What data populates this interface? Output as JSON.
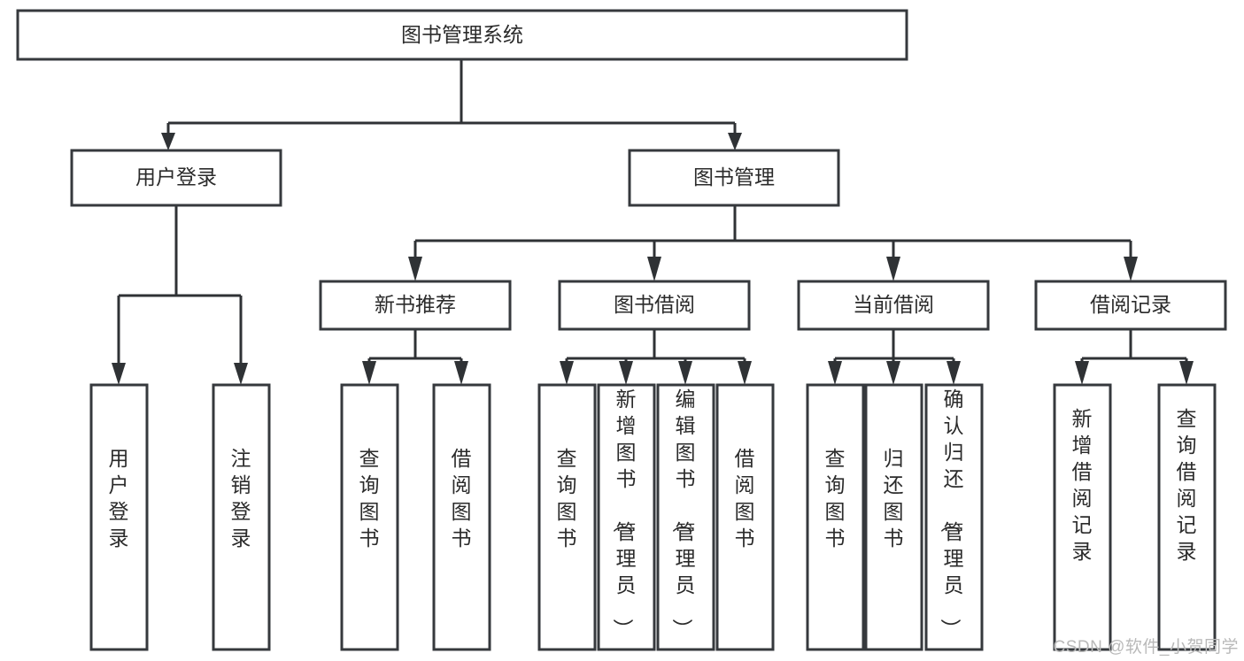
{
  "diagram": {
    "type": "tree-hierarchy",
    "title": "图书管理系统",
    "orientation": "top-down",
    "colors": {
      "box_stroke": "#36393d",
      "box_fill": "#ffffff",
      "connector": "#2f3235",
      "text": "#2b2b2b",
      "watermark": "#b9b9b9",
      "background": "#ffffff"
    },
    "levels": [
      {
        "level": 1,
        "nodes": [
          {
            "id": "root",
            "label": "图书管理系统",
            "orientation": "horizontal"
          }
        ]
      },
      {
        "level": 2,
        "nodes": [
          {
            "id": "login",
            "label": "用户登录",
            "orientation": "horizontal",
            "parent": "root"
          },
          {
            "id": "bookmgmt",
            "label": "图书管理",
            "orientation": "horizontal",
            "parent": "root"
          }
        ]
      },
      {
        "level": 3,
        "nodes": [
          {
            "id": "newbook",
            "label": "新书推荐",
            "orientation": "horizontal",
            "parent": "bookmgmt"
          },
          {
            "id": "borrow",
            "label": "图书借阅",
            "orientation": "horizontal",
            "parent": "bookmgmt"
          },
          {
            "id": "current",
            "label": "当前借阅",
            "orientation": "horizontal",
            "parent": "bookmgmt"
          },
          {
            "id": "records",
            "label": "借阅记录",
            "orientation": "horizontal",
            "parent": "bookmgmt"
          }
        ]
      },
      {
        "level": 4,
        "nodes": [
          {
            "id": "leaf-1",
            "label": "用户登录",
            "orientation": "vertical",
            "parent": "login"
          },
          {
            "id": "leaf-2",
            "label": "注销登录",
            "orientation": "vertical",
            "parent": "login"
          },
          {
            "id": "leaf-3",
            "label": "查询图书",
            "orientation": "vertical",
            "parent": "newbook"
          },
          {
            "id": "leaf-4",
            "label": "借阅图书",
            "orientation": "vertical",
            "parent": "newbook"
          },
          {
            "id": "leaf-5",
            "label": "查询图书",
            "orientation": "vertical",
            "parent": "borrow"
          },
          {
            "id": "leaf-6",
            "label": "新增图书（管理员）",
            "orientation": "vertical",
            "parent": "borrow"
          },
          {
            "id": "leaf-7",
            "label": "编辑图书（管理员）",
            "orientation": "vertical",
            "parent": "borrow"
          },
          {
            "id": "leaf-8",
            "label": "借阅图书",
            "orientation": "vertical",
            "parent": "borrow"
          },
          {
            "id": "leaf-9",
            "label": "查询图书",
            "orientation": "vertical",
            "parent": "current"
          },
          {
            "id": "leaf-10",
            "label": "归还图书",
            "orientation": "vertical",
            "parent": "current"
          },
          {
            "id": "leaf-11",
            "label": "确认归还（管理员）",
            "orientation": "vertical",
            "parent": "current"
          },
          {
            "id": "leaf-12",
            "label": "新增借阅记录",
            "orientation": "vertical",
            "parent": "records"
          },
          {
            "id": "leaf-13",
            "label": "查询借阅记录",
            "orientation": "vertical",
            "parent": "records"
          }
        ]
      }
    ]
  },
  "watermark": {
    "text": "CSDN @软件_小贺同学"
  }
}
